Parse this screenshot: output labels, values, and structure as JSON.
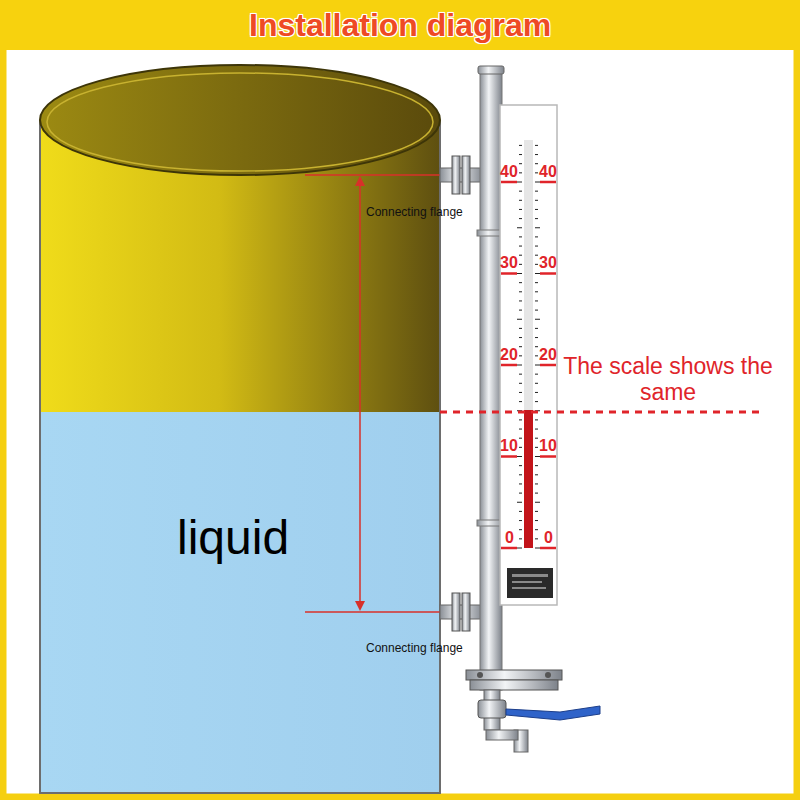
{
  "diagram": {
    "title": "Installation diagram",
    "labels": [
      "Connecting flange",
      "40",
      "40",
      "30",
      "30",
      "20",
      "20",
      "The scale shows the same",
      "10",
      "10",
      "liquid",
      "0",
      "0",
      "Connecting flange"
    ]
  }
}
